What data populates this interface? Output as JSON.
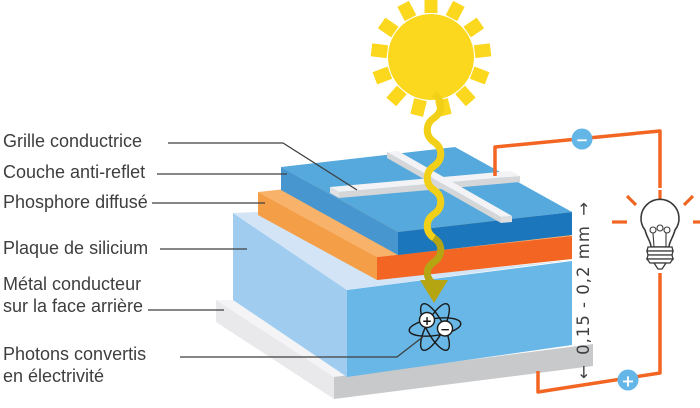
{
  "labels": {
    "grille": {
      "text": "Grille conductrice"
    },
    "couche": {
      "text": "Couche anti-reflet"
    },
    "phosphore": {
      "text": "Phosphore diffusé"
    },
    "plaque": {
      "text": "Plaque de silicium"
    },
    "metal": {
      "line1": "Métal conducteur",
      "line2": "sur la face arrière"
    },
    "photons": {
      "line1": "Photons convertis",
      "line2": "en électrivité"
    }
  },
  "measurement": {
    "arrow_start": "←",
    "value": "0,15 - 0,2 mm",
    "arrow_end": "→"
  },
  "circuit": {
    "minus_symbol": "−",
    "plus_symbol": "+"
  },
  "atom": {
    "plus_symbol": "+",
    "minus_symbol": "−"
  },
  "colors": {
    "sun_yellow": "#FBD71E",
    "wave_yellow": "#F2D017",
    "wave_olive": "#B5A512",
    "antireflect_top": "#55A9DC",
    "antireflect_left": "#4796D0",
    "antireflect_right_dark": "#1B76BC",
    "phosphorus_top": "#F9B269",
    "phosphorus_left": "#F49E47",
    "phosphorus_right": "#F26522",
    "silicon_top": "#D2E4F6",
    "silicon_left": "#A0CDEF",
    "silicon_right": "#68B7E6",
    "base_top": "#F4F4F6",
    "base_left": "#E9E9EB",
    "base_right": "#C8C9CB",
    "grid_bar": "#F3F3F5",
    "wire_orange": "#F26522",
    "badge_blue": "#64B6E6",
    "label_text": "#3E3E3E"
  }
}
